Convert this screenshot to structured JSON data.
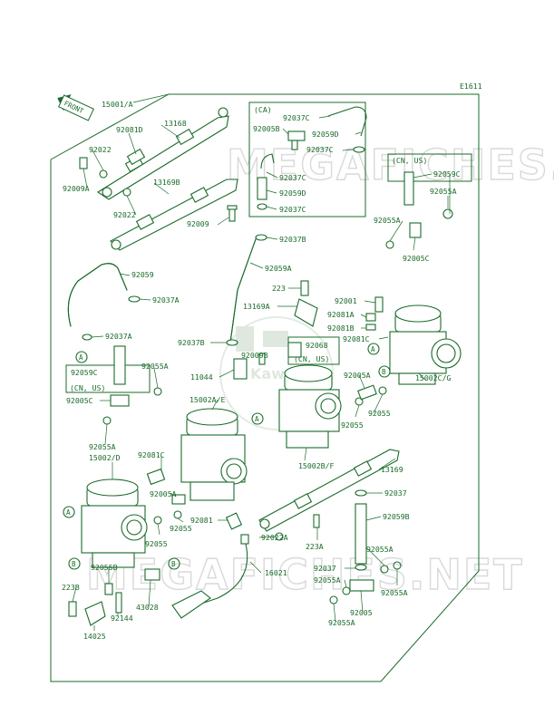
{
  "diagram": {
    "sheet_code": "E1611",
    "front_arrow": "FRONT",
    "watermark": "MEGAFICHES.NET",
    "logo_text": "Kawasaki",
    "frames": {
      "ca": "(CA)",
      "cn_us_top": "(CN, US)",
      "cn_us_left": "(CN, US)",
      "cn_us_center": "(CN, US)"
    },
    "circle_refs": {
      "a": "A",
      "b": "B"
    },
    "labels": {
      "p15001": "15001/A",
      "p13168": "13168",
      "p92081d": "92081D",
      "p92022a": "92022",
      "p92009a": "92009A",
      "p13169b": "13169B",
      "p92022b": "92022",
      "p92009": "92009",
      "p92037c1": "92037C",
      "p92005b": "92005B",
      "p92059d1": "92059D",
      "p92037c2": "92037C",
      "p92037c3": "92037C",
      "p92059d2": "92059D",
      "p92037c4": "92037C",
      "p92037b1": "92037B",
      "p92059c1": "92059C",
      "p92055a1": "92055A",
      "p92055a2": "92055A",
      "p92005c1": "92005C",
      "p92059": "92059",
      "p92059a": "92059A",
      "p92037a1": "92037A",
      "p223a": "223",
      "p13169a": "13169A",
      "p92001": "92001",
      "p92081a": "92081A",
      "p92081b": "92081B",
      "p92037a2": "92037A",
      "p92037b2": "92037B",
      "p92009b": "92009B",
      "p92068": "92068",
      "p92081c1": "92081C",
      "p92059c2": "92059C",
      "p92055a3": "92055A",
      "p11044": "11044",
      "p92005a1": "92005A",
      "p15002c": "15002C/G",
      "p15002a": "15002A/E",
      "p92005c2": "92005C",
      "p92055": "92055",
      "p92055b2": "92055",
      "p92055a4": "92055A",
      "p15002d": "15002/D",
      "p92081c2": "92081C",
      "p15002b": "15002B/F",
      "p13169": "13169",
      "p92005a2": "92005A",
      "p92037": "92037",
      "p92055c": "92055",
      "p92081": "92081",
      "p92059b": "92059B",
      "p92022a2": "92022A",
      "p92055d": "92055",
      "p223a2": "223A",
      "p92055a5": "92055A",
      "p92037d": "92037",
      "p92055b": "92055B",
      "p16021": "16021",
      "p92055a6": "92055A",
      "p92055a7": "92055A",
      "p223b": "223B",
      "p43028": "43028",
      "p92005": "92005",
      "p92144": "92144",
      "p92055a8": "92055A",
      "p14025": "14025"
    }
  }
}
